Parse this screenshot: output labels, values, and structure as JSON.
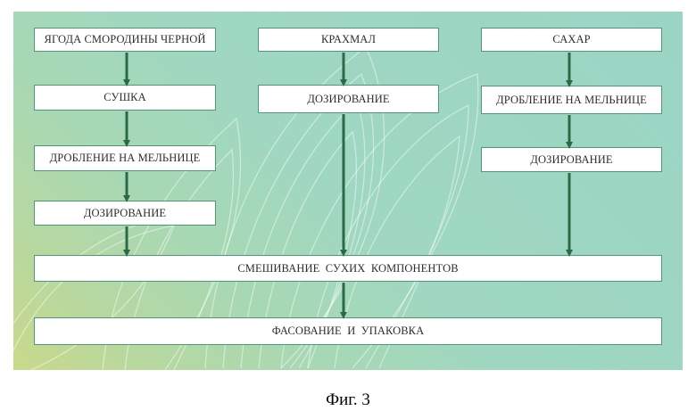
{
  "columns": [
    {
      "name": "currant",
      "steps": [
        "ЯГОДА СМОРОДИНЫ ЧЕРНОЙ",
        "СУШКА",
        "ДРОБЛЕНИЕ НА МЕЛЬНИЦЕ",
        "ДОЗИРОВАНИЕ"
      ]
    },
    {
      "name": "starch",
      "steps": [
        "КРАХМАЛ",
        "ДОЗИРОВАНИЕ"
      ]
    },
    {
      "name": "sugar",
      "steps": [
        "САХАР",
        "ДРОБЛЕНИЕ НА МЕЛЬНИЦЕ",
        "ДОЗИРОВАНИЕ"
      ]
    }
  ],
  "mix": "СМЕШИВАНИЕ  СУХИХ  КОМПОНЕНТОВ",
  "pack": "ФАСОВАНИЕ  И  УПАКОВКА",
  "caption": "Фиг. 3",
  "colors": {
    "arrow": "#2b6a47",
    "box_border": "#4e9a74",
    "background_teal": "#9fd7c2",
    "background_yellow": "#c9d98a"
  }
}
